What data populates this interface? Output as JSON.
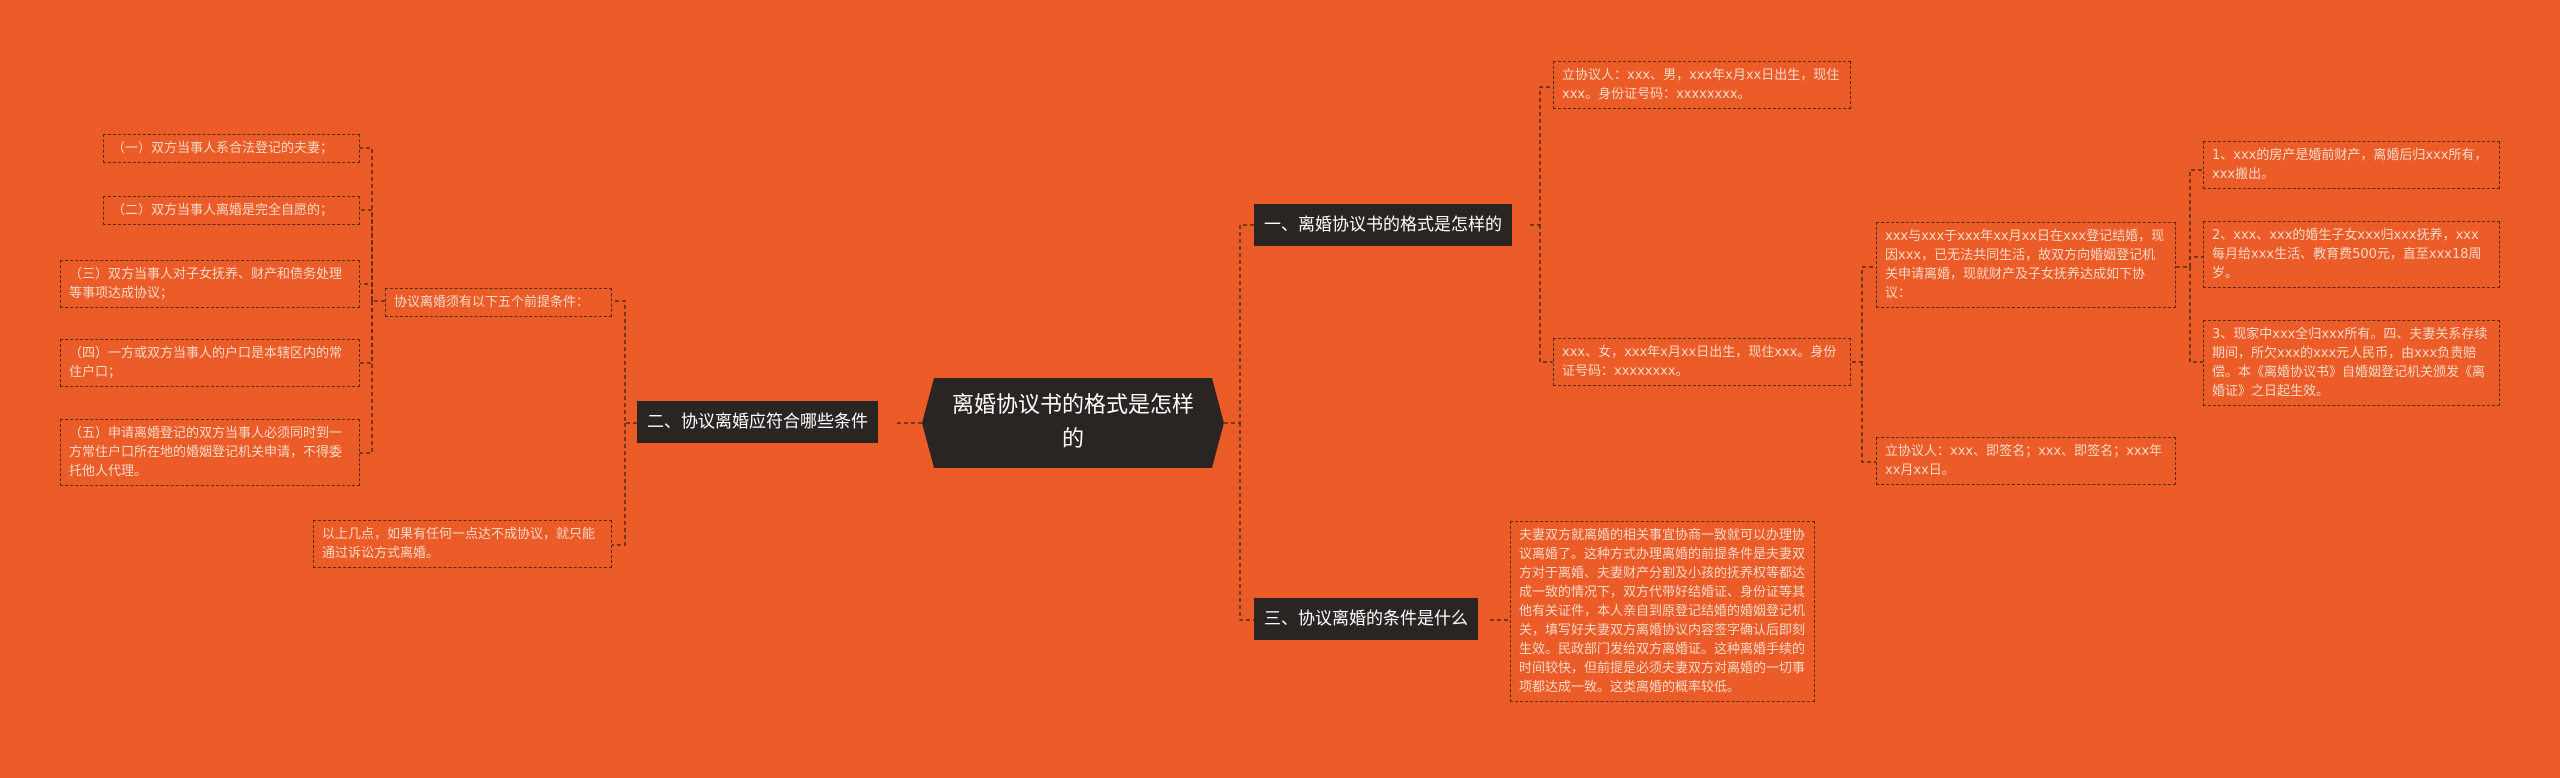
{
  "center": {
    "title": "离婚协议书的格式是怎样的"
  },
  "branches": {
    "b1": "一、离婚协议书的格式是怎样的",
    "b2": "二、协议离婚应符合哪些条件",
    "b3": "三、协议离婚的条件是什么"
  },
  "b1_nodes": {
    "party1": "立协议人：xxx、男，xxx年x月xx日出生，现住xxx。身份证号码：xxxxxxxx。",
    "party2": "xxx、女，xxx年x月xx日出生，现住xxx。身份证号码：xxxxxxxx。",
    "intro": "xxx与xxx于xxx年xx月xx日在xxx登记结婚，现因xxx，已无法共同生活，故双方向婚姻登记机关申请离婚，现就财产及子女抚养达成如下协议：",
    "item1": "1、xxx的房产是婚前财产，离婚后归xxx所有，xxx搬出。",
    "item2": "2、xxx、xxx的婚生子女xxx归xxx抚养，xxx每月给xxx生活、教育费500元，直至xxx18周岁。",
    "item3": "3、现家中xxx全归xxx所有。四、夫妻关系存续期间，所欠xxx的xxx元人民币，由xxx负责赔偿。本《离婚协议书》自婚姻登记机关颁发《离婚证》之日起生效。",
    "sign": "立协议人：xxx、即签名；xxx、即签名；xxx年xx月xx日。"
  },
  "b2_nodes": {
    "header": "协议离婚须有以下五个前提条件：",
    "c1": "（一）双方当事人系合法登记的夫妻；",
    "c2": "（二）双方当事人离婚是完全自愿的；",
    "c3": "（三）双方当事人对子女抚养、财产和债务处理等事项达成协议；",
    "c4": "（四）一方或双方当事人的户口是本辖区内的常住户口；",
    "c5": "（五）申请离婚登记的双方当事人必须同时到一方常住户口所在地的婚姻登记机关申请，不得委托他人代理。",
    "summary": "以上几点，如果有任何一点达不成协议，就只能通过诉讼方式离婚。"
  },
  "b3_nodes": {
    "text": "夫妻双方就离婚的相关事宜协商一致就可以办理协议离婚了。这种方式办理离婚的前提条件是夫妻双方对于离婚、夫妻财产分割及小孩的抚养权等都达成一致的情况下，双方代带好结婚证、身份证等其他有关证件，本人亲自到原登记结婚的婚姻登记机关，填写好夫妻双方离婚协议内容签字确认后即刻生效。民政部门发给双方离婚证。这种离婚手续的时间较快，但前提是必须夫妻双方对离婚的一切事项都达成一致。这类离婚的概率较低。"
  },
  "colors": {
    "background": "#EB5C29",
    "node": "#2A2523",
    "line": "#5B2A12",
    "leaf_text": "#F7D7C4"
  }
}
